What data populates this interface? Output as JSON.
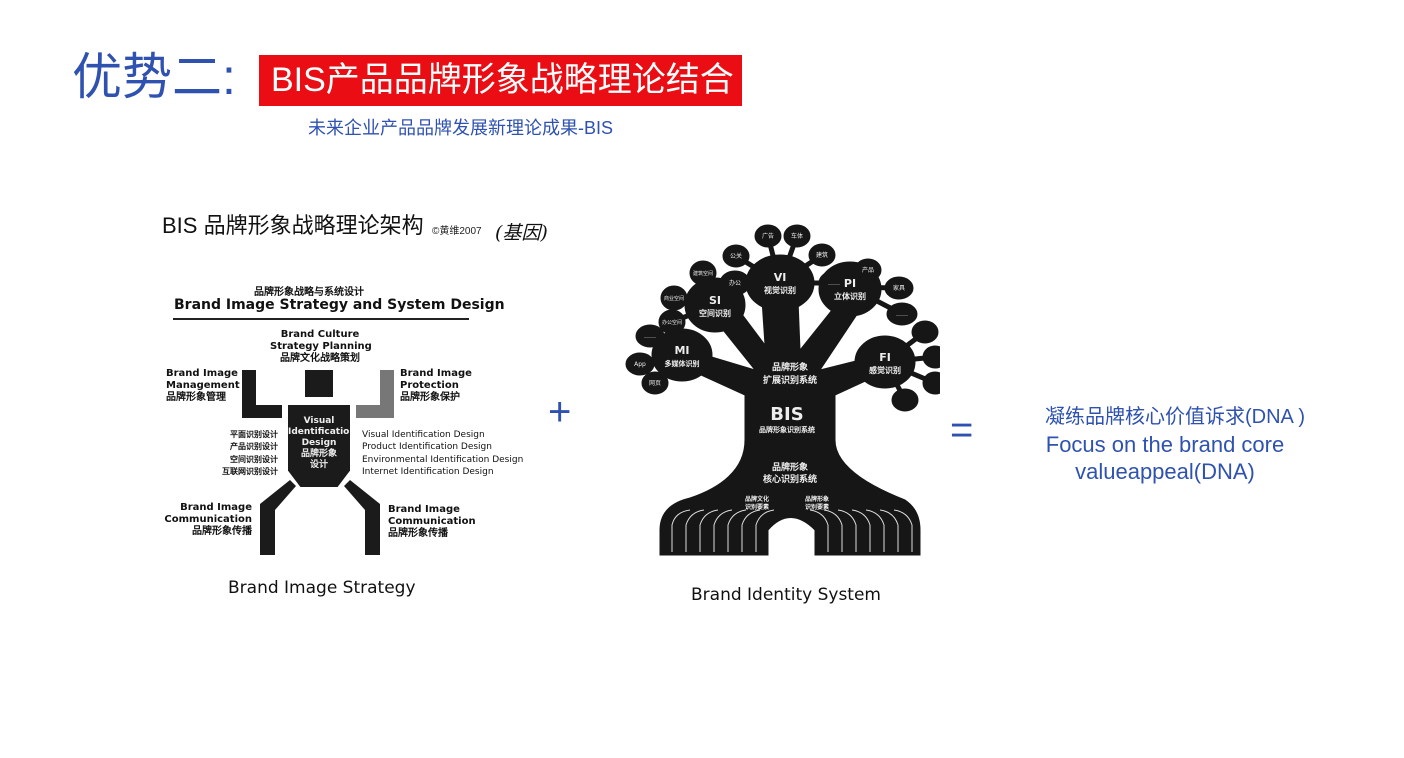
{
  "header": {
    "title": "优势二:",
    "banner": "BIS产品品牌形象战略理论结合",
    "subtitle": "未来企业产品品牌发展新理论成果-BIS"
  },
  "left_diagram": {
    "title": "BIS 品牌形象战略理论架构",
    "copyright": "©黄维2007",
    "handwritten_note": "(基因)",
    "heading_cn": "品牌形象战略与系统设计",
    "heading_en": "Brand Image Strategy and System Design",
    "head": [
      "Brand Culture",
      "Strategy Planning",
      "品牌文化战略策划"
    ],
    "left_arm": [
      "Brand Image",
      "Management",
      "品牌形象管理"
    ],
    "right_arm": [
      "Brand Image",
      "Protection",
      "品牌形象保护"
    ],
    "body": [
      "Visual",
      "Identification",
      "Design",
      "品牌形象",
      "设计"
    ],
    "left_list": [
      "平面识别设计",
      "产品识别设计",
      "空间识别设计",
      "互联网识别设计"
    ],
    "right_list": [
      "Visual Identification Design",
      "Product Identification Design",
      "Environmental Identification Design",
      "Internet Identification Design"
    ],
    "left_leg": [
      "Brand Image",
      "Communication",
      "品牌形象传播"
    ],
    "right_leg": [
      "Brand Image",
      "Communication",
      "品牌形象传播"
    ],
    "caption": "Brand Image Strategy"
  },
  "plus": "+",
  "equals": "=",
  "tree": {
    "nodes": {
      "vi": [
        "VI",
        "视觉识别"
      ],
      "si": [
        "SI",
        "空间识别"
      ],
      "pi": [
        "PI",
        "立体识别"
      ],
      "mi": [
        "MI",
        "多媒体识别"
      ],
      "fi": [
        "FI",
        "感觉识别"
      ]
    },
    "leaves": {
      "vi": [
        "公关",
        "广告",
        "车体",
        "建筑",
        "办公",
        "……"
      ],
      "si": [
        "建筑空间",
        "商业空间",
        "办公空间"
      ],
      "pi": [
        "产品",
        "家具",
        "……"
      ],
      "mi": [
        "……",
        "App",
        "网页"
      ]
    },
    "expand": [
      "品牌形象",
      "扩展识别系统"
    ],
    "bis": "BIS",
    "bis_sub": "品牌形象识别系统",
    "core": [
      "品牌形象",
      "核心识别系统"
    ],
    "root_left": [
      "品牌文化",
      "识别要素"
    ],
    "root_right": [
      "品牌形象",
      "识别要素"
    ],
    "caption": "Brand Identity System"
  },
  "result": {
    "cn": "凝练品牌核心价值诉求(DNA )",
    "en_line1": "Focus on the brand core",
    "en_line2": "valueappeal(DNA)"
  }
}
